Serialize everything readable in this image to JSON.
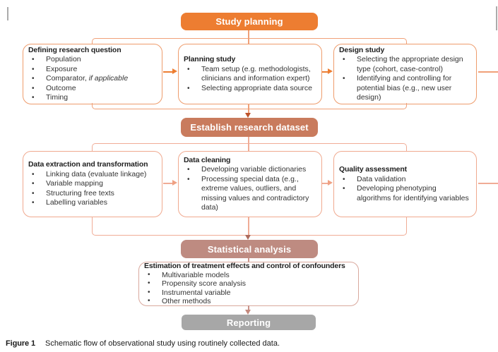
{
  "figure_type": "flowchart",
  "bullet_char": "•",
  "colors": {
    "stage_study_planning": "#ED7D31",
    "stage_establish_dataset": "#C97B5D",
    "stage_statistical_analysis": "#BE8B81",
    "stage_reporting": "#A7A7A7",
    "row1_border": "#EE9C6C",
    "row2_border": "#F0A98F",
    "estimation_border": "#D9A89D",
    "text": "#333333"
  },
  "stages": {
    "study_planning": "Study planning",
    "establish_dataset": "Establish research dataset",
    "statistical_analysis": "Statistical analysis",
    "reporting": "Reporting"
  },
  "boxes": {
    "defining_research_question": {
      "title": "Defining research question",
      "bullets": [
        "Population",
        "Exposure",
        "Comparator,",
        "Outcome",
        "Timing"
      ],
      "comparator_italic": "if applicable"
    },
    "planning_study": {
      "title": "Planning study",
      "bullets": [
        "Team setup (e.g.  methodologists,\nclinicians and information expert)",
        "Selecting appropriate data source"
      ]
    },
    "design_study": {
      "title": "Design study",
      "bullets": [
        "Selecting the appropriate design\ntype (cohort, case-control)",
        "Identifying and controlling for\npotential bias (e.g., new user\ndesign)"
      ]
    },
    "data_extraction": {
      "title": "Data extraction and transformation",
      "bullets": [
        "Linking data (evaluate linkage)",
        "Variable mapping",
        "Structuring free texts",
        "Labelling variables"
      ]
    },
    "data_cleaning": {
      "title": "Data cleaning",
      "bullets": [
        "Developing variable dictionaries",
        "Processing special data (e.g.,\nextreme values, outliers, and\nmissing values and contradictory\ndata)"
      ]
    },
    "quality_assessment": {
      "title": "Quality assessment",
      "bullets": [
        "Data validation",
        "Developing phenotyping\nalgorithms for identifying variables"
      ]
    },
    "estimation": {
      "title": "Estimation of treatment effects and control of confounders",
      "bullets": [
        "Multivariable models",
        "Propensity score analysis",
        "Instrumental variable",
        "Other methods"
      ]
    }
  },
  "caption": {
    "label": "Figure 1",
    "text": "Schematic flow of observational study using routinely collected data."
  }
}
